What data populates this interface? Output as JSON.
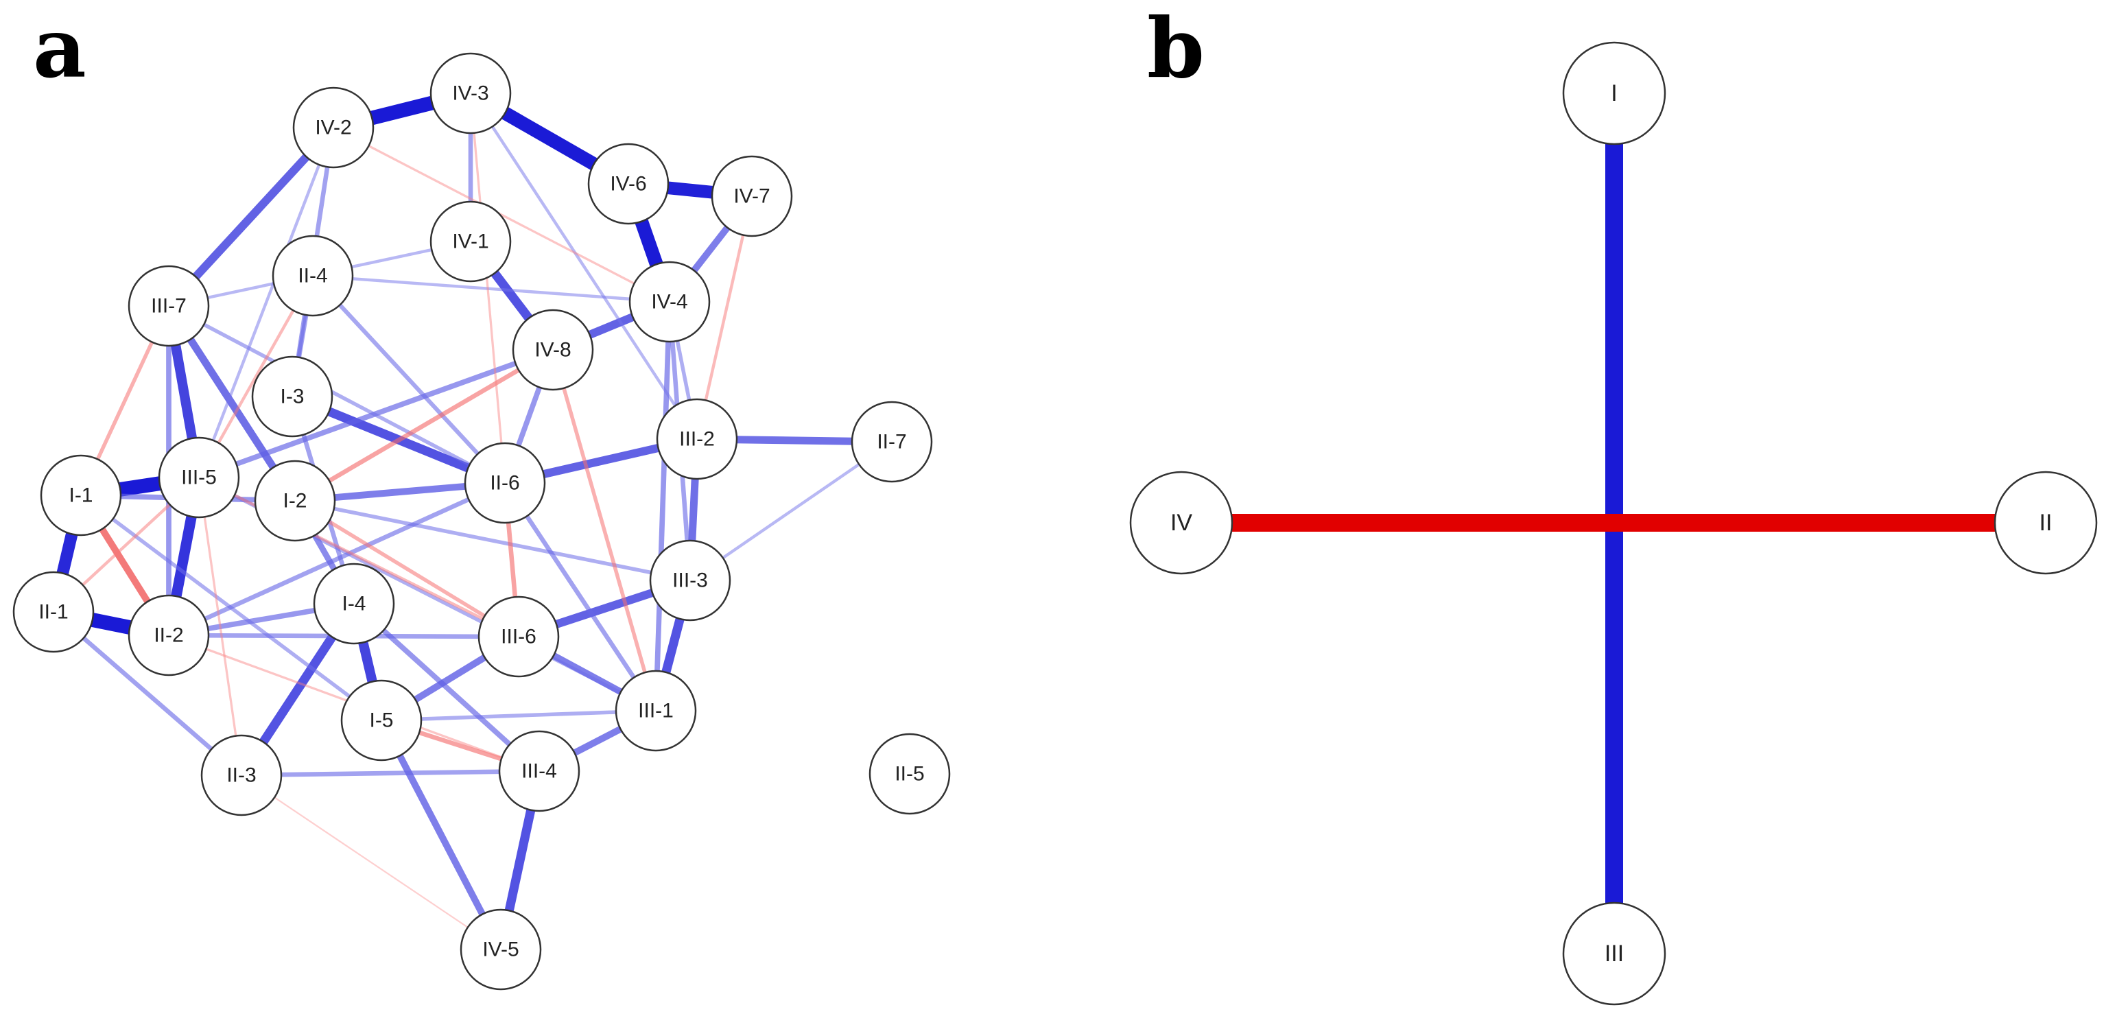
{
  "colors": {
    "positive": "#1a1ad6",
    "negative": "#e10000",
    "positive_faint": "#8c8cf0",
    "negative_faint": "#ff9a9a",
    "node_fill": "#ffffff",
    "node_stroke": "#333333"
  },
  "panel_a": {
    "letter": "a",
    "nodes": [
      {
        "id": "IV-2",
        "label": "IV-2"
      },
      {
        "id": "IV-3",
        "label": "IV-3"
      },
      {
        "id": "IV-6",
        "label": "IV-6"
      },
      {
        "id": "IV-7",
        "label": "IV-7"
      },
      {
        "id": "IV-1",
        "label": "IV-1"
      },
      {
        "id": "II-4",
        "label": "II-4"
      },
      {
        "id": "IV-4",
        "label": "IV-4"
      },
      {
        "id": "III-7",
        "label": "III-7"
      },
      {
        "id": "IV-8",
        "label": "IV-8"
      },
      {
        "id": "I-3",
        "label": "I-3"
      },
      {
        "id": "III-2",
        "label": "III-2"
      },
      {
        "id": "II-7",
        "label": "II-7"
      },
      {
        "id": "I-1",
        "label": "I-1"
      },
      {
        "id": "III-5",
        "label": "III-5"
      },
      {
        "id": "I-2",
        "label": "I-2"
      },
      {
        "id": "II-6",
        "label": "II-6"
      },
      {
        "id": "III-3",
        "label": "III-3"
      },
      {
        "id": "II-1",
        "label": "II-1"
      },
      {
        "id": "II-2",
        "label": "II-2"
      },
      {
        "id": "I-4",
        "label": "I-4"
      },
      {
        "id": "III-6",
        "label": "III-6"
      },
      {
        "id": "III-1",
        "label": "III-1"
      },
      {
        "id": "I-5",
        "label": "I-5"
      },
      {
        "id": "II-3",
        "label": "II-3"
      },
      {
        "id": "III-4",
        "label": "III-4"
      },
      {
        "id": "II-5",
        "label": "II-5"
      },
      {
        "id": "IV-5",
        "label": "IV-5"
      }
    ],
    "edges": [
      {
        "source": "IV-2",
        "target": "IV-3",
        "sign": "positive",
        "weight": 0.95
      },
      {
        "source": "IV-3",
        "target": "IV-6",
        "sign": "positive",
        "weight": 0.9
      },
      {
        "source": "IV-6",
        "target": "IV-7",
        "sign": "positive",
        "weight": 0.85
      },
      {
        "source": "IV-6",
        "target": "IV-4",
        "sign": "positive",
        "weight": 0.9
      },
      {
        "source": "IV-7",
        "target": "IV-4",
        "sign": "positive",
        "weight": 0.45
      },
      {
        "source": "IV-2",
        "target": "III-7",
        "sign": "positive",
        "weight": 0.55
      },
      {
        "source": "I-1",
        "target": "III-5",
        "sign": "positive",
        "weight": 0.95
      },
      {
        "source": "II-1",
        "target": "II-2",
        "sign": "positive",
        "weight": 0.95
      },
      {
        "source": "I-1",
        "target": "II-1",
        "sign": "positive",
        "weight": 0.8
      },
      {
        "source": "III-7",
        "target": "III-5",
        "sign": "positive",
        "weight": 0.65
      },
      {
        "source": "III-5",
        "target": "II-2",
        "sign": "positive",
        "weight": 0.7
      },
      {
        "source": "III-7",
        "target": "I-2",
        "sign": "positive",
        "weight": 0.5
      },
      {
        "source": "IV-1",
        "target": "IV-8",
        "sign": "positive",
        "weight": 0.6
      },
      {
        "source": "IV-8",
        "target": "IV-4",
        "sign": "positive",
        "weight": 0.55
      },
      {
        "source": "I-3",
        "target": "II-6",
        "sign": "positive",
        "weight": 0.6
      },
      {
        "source": "II-6",
        "target": "III-2",
        "sign": "positive",
        "weight": 0.55
      },
      {
        "source": "III-2",
        "target": "II-7",
        "sign": "positive",
        "weight": 0.5
      },
      {
        "source": "III-2",
        "target": "III-3",
        "sign": "positive",
        "weight": 0.5
      },
      {
        "source": "III-3",
        "target": "III-6",
        "sign": "positive",
        "weight": 0.55
      },
      {
        "source": "III-3",
        "target": "III-1",
        "sign": "positive",
        "weight": 0.6
      },
      {
        "source": "I-4",
        "target": "I-5",
        "sign": "positive",
        "weight": 0.65
      },
      {
        "source": "I-4",
        "target": "II-3",
        "sign": "positive",
        "weight": 0.6
      },
      {
        "source": "I-5",
        "target": "III-6",
        "sign": "positive",
        "weight": 0.45
      },
      {
        "source": "III-4",
        "target": "IV-5",
        "sign": "positive",
        "weight": 0.6
      },
      {
        "source": "I-5",
        "target": "IV-5",
        "sign": "positive",
        "weight": 0.45
      },
      {
        "source": "III-6",
        "target": "III-1",
        "sign": "positive",
        "weight": 0.45
      },
      {
        "source": "III-1",
        "target": "III-4",
        "sign": "positive",
        "weight": 0.45
      },
      {
        "source": "I-2",
        "target": "II-6",
        "sign": "positive",
        "weight": 0.45
      },
      {
        "source": "IV-8",
        "target": "II-6",
        "sign": "positive",
        "weight": 0.35
      },
      {
        "source": "III-5",
        "target": "IV-8",
        "sign": "positive",
        "weight": 0.35
      },
      {
        "source": "I-2",
        "target": "I-4",
        "sign": "positive",
        "weight": 0.4
      },
      {
        "source": "II-2",
        "target": "I-4",
        "sign": "positive",
        "weight": 0.35
      },
      {
        "source": "I-1",
        "target": "I-2",
        "sign": "positive",
        "weight": 0.35
      },
      {
        "source": "III-7",
        "target": "II-2",
        "sign": "positive",
        "weight": 0.35
      },
      {
        "source": "IV-2",
        "target": "I-3",
        "sign": "positive",
        "weight": 0.3
      },
      {
        "source": "II-4",
        "target": "I-3",
        "sign": "positive",
        "weight": 0.3
      },
      {
        "source": "IV-4",
        "target": "III-1",
        "sign": "positive",
        "weight": 0.35
      },
      {
        "source": "IV-4",
        "target": "III-3",
        "sign": "positive",
        "weight": 0.3
      },
      {
        "source": "III-6",
        "target": "II-2",
        "sign": "positive",
        "weight": 0.3
      },
      {
        "source": "I-4",
        "target": "III-4",
        "sign": "positive",
        "weight": 0.35
      },
      {
        "source": "II-3",
        "target": "III-4",
        "sign": "positive",
        "weight": 0.3
      },
      {
        "source": "II-1",
        "target": "II-3",
        "sign": "positive",
        "weight": 0.3
      },
      {
        "source": "IV-3",
        "target": "IV-1",
        "sign": "positive",
        "weight": 0.3
      },
      {
        "source": "II-4",
        "target": "II-6",
        "sign": "positive",
        "weight": 0.28
      },
      {
        "source": "III-7",
        "target": "II-6",
        "sign": "positive",
        "weight": 0.25
      },
      {
        "source": "I-2",
        "target": "III-3",
        "sign": "positive",
        "weight": 0.25
      },
      {
        "source": "II-7",
        "target": "III-3",
        "sign": "positive",
        "weight": 0.2
      },
      {
        "source": "IV-3",
        "target": "III-2",
        "sign": "positive",
        "weight": 0.2
      },
      {
        "source": "IV-4",
        "target": "III-2",
        "sign": "positive",
        "weight": 0.25
      },
      {
        "source": "I-3",
        "target": "I-4",
        "sign": "positive",
        "weight": 0.3
      },
      {
        "source": "II-6",
        "target": "III-1",
        "sign": "positive",
        "weight": 0.3
      },
      {
        "source": "I-5",
        "target": "III-1",
        "sign": "positive",
        "weight": 0.25
      },
      {
        "source": "I-1",
        "target": "I-5",
        "sign": "positive",
        "weight": 0.25
      },
      {
        "source": "II-2",
        "target": "II-6",
        "sign": "positive",
        "weight": 0.3
      },
      {
        "source": "III-5",
        "target": "III-1",
        "sign": "positive",
        "weight": 0.25
      },
      {
        "source": "II-4",
        "target": "IV-4",
        "sign": "positive",
        "weight": 0.2
      },
      {
        "source": "III-7",
        "target": "IV-1",
        "sign": "positive",
        "weight": 0.2
      },
      {
        "source": "IV-2",
        "target": "III-5",
        "sign": "positive",
        "weight": 0.2
      },
      {
        "source": "I-1",
        "target": "II-2",
        "sign": "negative",
        "weight": 0.45
      },
      {
        "source": "III-7",
        "target": "I-1",
        "sign": "negative",
        "weight": 0.25
      },
      {
        "source": "IV-8",
        "target": "I-2",
        "sign": "negative",
        "weight": 0.3
      },
      {
        "source": "II-6",
        "target": "III-6",
        "sign": "negative",
        "weight": 0.3
      },
      {
        "source": "I-5",
        "target": "III-4",
        "sign": "negative",
        "weight": 0.3
      },
      {
        "source": "I-2",
        "target": "III-6",
        "sign": "negative",
        "weight": 0.25
      },
      {
        "source": "IV-8",
        "target": "III-1",
        "sign": "negative",
        "weight": 0.25
      },
      {
        "source": "IV-7",
        "target": "III-2",
        "sign": "negative",
        "weight": 0.2
      },
      {
        "source": "IV-3",
        "target": "II-6",
        "sign": "negative",
        "weight": 0.15
      },
      {
        "source": "II-1",
        "target": "III-5",
        "sign": "negative",
        "weight": 0.2
      },
      {
        "source": "II-4",
        "target": "III-5",
        "sign": "negative",
        "weight": 0.2
      },
      {
        "source": "III-5",
        "target": "III-6",
        "sign": "negative",
        "weight": 0.2
      },
      {
        "source": "IV-2",
        "target": "IV-4",
        "sign": "negative",
        "weight": 0.15
      },
      {
        "source": "II-2",
        "target": "III-4",
        "sign": "negative",
        "weight": 0.15
      },
      {
        "source": "IV-5",
        "target": "II-3",
        "sign": "negative",
        "weight": 0.1
      },
      {
        "source": "II-3",
        "target": "III-5",
        "sign": "negative",
        "weight": 0.15
      }
    ]
  },
  "panel_b": {
    "letter": "b",
    "nodes": [
      {
        "id": "I",
        "label": "I"
      },
      {
        "id": "II",
        "label": "II"
      },
      {
        "id": "III",
        "label": "III"
      },
      {
        "id": "IV",
        "label": "IV"
      }
    ],
    "edges": [
      {
        "source": "I",
        "target": "III",
        "sign": "positive",
        "weight": 1.0
      },
      {
        "source": "IV",
        "target": "II",
        "sign": "negative",
        "weight": 1.0
      }
    ]
  }
}
